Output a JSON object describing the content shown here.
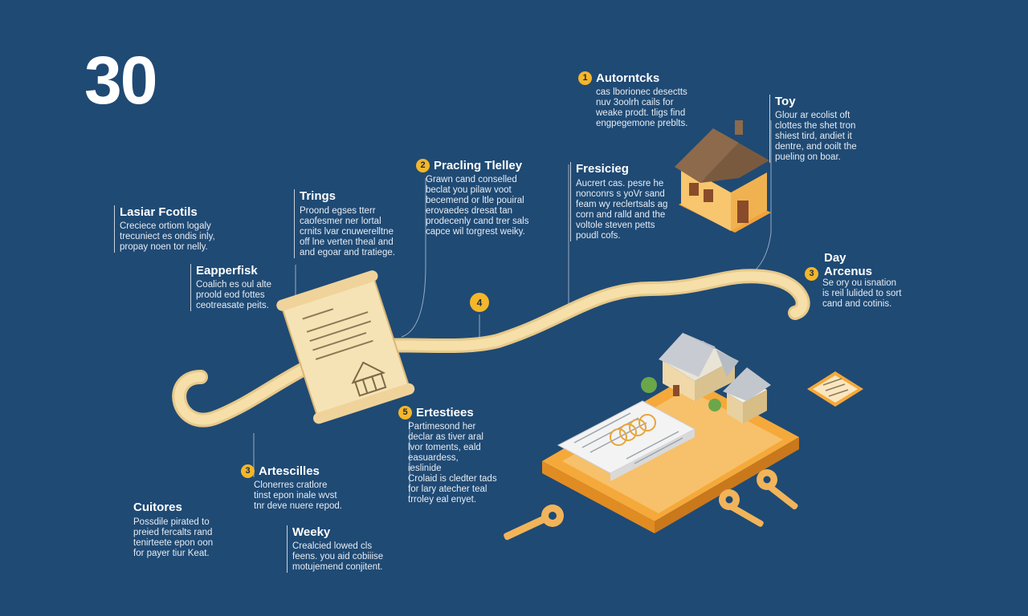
{
  "headline": "30",
  "blocks": [
    {
      "id": "autorntcks",
      "badge": "1",
      "title": "Autorntcks",
      "lines": [
        "cas lborionec desectts",
        "nuv 3oolrh cails for",
        "weake prodt. tligs find",
        "engpegemone preblts."
      ]
    },
    {
      "id": "toy",
      "badge": "",
      "title": "Toy",
      "lines": [
        "Glour ar ecolist oft",
        "clottes the shet tron",
        "shiest tird, andiet it",
        "dentre, and ooilt the",
        "pueling on boar."
      ]
    },
    {
      "id": "pracling",
      "badge": "2",
      "title": "Pracling Tlelley",
      "lines": [
        "Grawn cand conselled",
        "beclat you pilaw voot",
        "becemend or ltle pouiral",
        "erovaedes dresat tan",
        "prodecenly cand trer sals",
        "capce wil torgrest weiky."
      ]
    },
    {
      "id": "fresicieg",
      "badge": "",
      "title": "Fresicieg",
      "lines": [
        "Aucrert cas. pesre he",
        "nonconrs s yoVr sand",
        "feam wy reclertsals ag",
        "corn and ralld and the",
        "voltole steven petts",
        "poudl cofs."
      ]
    },
    {
      "id": "trings",
      "badge": "",
      "title": "Trings",
      "lines": [
        "Proond egses tterr",
        "caofesmer ner lortal",
        "crnits lvar cnuwerelltne",
        "off lne verten theal and",
        "and egoar and tratiege."
      ]
    },
    {
      "id": "lasiar",
      "badge": "",
      "title": "Lasiar Fcotils",
      "lines": [
        "Creciece ortiom logaly",
        "trecuniect es ondis inly,",
        "propay noen tor nelly."
      ]
    },
    {
      "id": "eapperfisk",
      "badge": "",
      "title": "Eapperfisk",
      "lines": [
        "Coalich es oul alte",
        "proold eod fottes",
        "ceotreasate peits."
      ]
    },
    {
      "id": "day",
      "badge": "3",
      "title": "Day\nArcenus",
      "lines": [
        "Se ory ou isnation",
        "is reil lulided to sort",
        "cand and cotinis."
      ]
    },
    {
      "id": "ertestiees",
      "badge": "5",
      "title": "Ertestiees",
      "lines": [
        "Partimesond her",
        "declar as tiver aral",
        "lvor toments, eald",
        "easuardess,",
        "ieslinide",
        "Crolaid is cledter tads",
        "for lary atecher teal",
        "trroley eal enyet."
      ]
    },
    {
      "id": "artescilles",
      "badge": "3",
      "title": "Artescilles",
      "lines": [
        "Clonerres cratlore",
        "tinst epon inale wvst",
        "tnr deve nuere repod."
      ]
    },
    {
      "id": "cuitores",
      "badge": "",
      "title": "Cuitores",
      "lines": [
        "Possdile pirated to",
        "preied fercalts rand",
        "tenirteete epon oon",
        "for payer tiur Keat."
      ]
    },
    {
      "id": "weeky",
      "badge": "",
      "title": "Weeky",
      "lines": [
        "Crealcied lowed cls",
        "feens. you aid cobiiise",
        "motujemend conjitent."
      ]
    }
  ],
  "markers": [
    {
      "id": "marker-4",
      "label": "4"
    }
  ],
  "colors": {
    "background": "#1f4a74",
    "accent": "#f4b62a",
    "path": "#f2d9a0",
    "platform": "#f5a93a"
  }
}
